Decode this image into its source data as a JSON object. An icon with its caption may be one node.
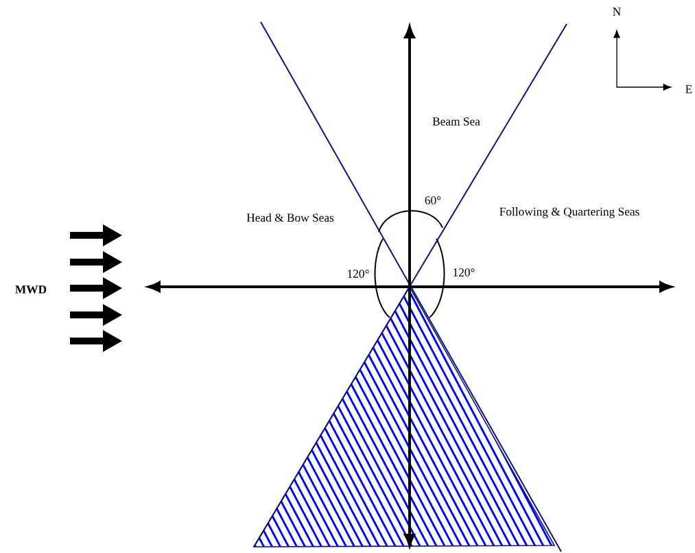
{
  "diagram": {
    "labels": [
      "N",
      "E",
      "Beam Sea",
      "60°",
      "Head & Bow Seas",
      "Following & Quartering Seas",
      "120°",
      "120°",
      "MWD"
    ]
  }
}
